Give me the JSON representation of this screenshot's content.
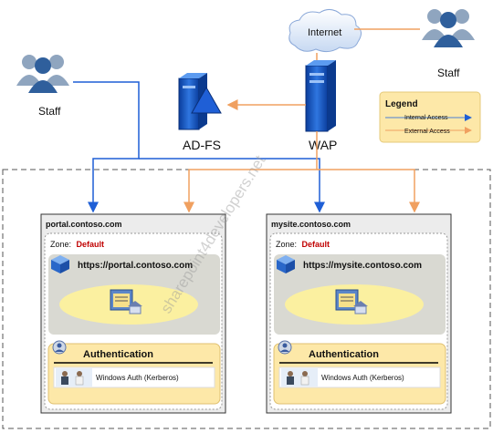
{
  "nodes": {
    "staff_left": "Staff",
    "staff_right": "Staff",
    "internet": "Internet",
    "adfs": "AD-FS",
    "wap": "WAP"
  },
  "legend": {
    "title": "Legend",
    "internal": "Internal Access",
    "external": "External Access",
    "internal_color": "#4a7fd4",
    "external_color": "#f0a060"
  },
  "watermark": "sharepoint4developers.net",
  "farms": [
    {
      "host": "portal.contoso.com",
      "zone_label": "Zone:",
      "zone_value": "Default",
      "url": "https://portal.contoso.com",
      "auth_title": "Authentication",
      "auth_method": "Windows Auth (Kerberos)"
    },
    {
      "host": "mysite.contoso.com",
      "zone_label": "Zone:",
      "zone_value": "Default",
      "url": "https://mysite.contoso.com",
      "auth_title": "Authentication",
      "auth_method": "Windows Auth (Kerberos)"
    }
  ],
  "colors": {
    "internal": "#1f5fd6",
    "external": "#f0a060",
    "zone_default": "#c00000",
    "legend_bg": "#fde8a8",
    "auth_bg": "#fde8a8",
    "site_bg": "#d9d9d2",
    "ellipse": "#fbf0a0"
  }
}
